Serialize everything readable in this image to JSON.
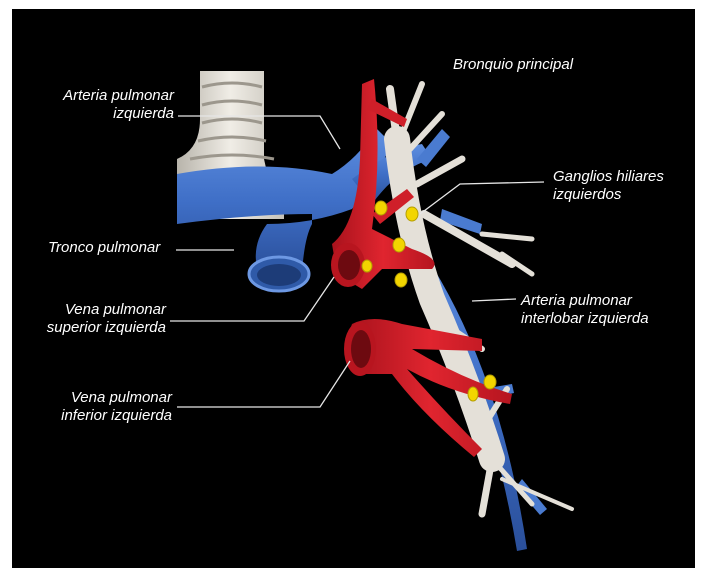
{
  "labels": {
    "arteria_pulmonar_izquierda": [
      "Arteria pulmonar",
      "izquierda"
    ],
    "tronco_pulmonar": [
      "Tronco pulmonar"
    ],
    "vena_superior": [
      "Vena pulmonar",
      "superior izquierda"
    ],
    "vena_inferior": [
      "Vena pulmonar",
      "inferior izquierda"
    ],
    "bronquio": [
      "Bronquio principal"
    ],
    "ganglios": [
      "Ganglios hiliares",
      "izquierdos"
    ],
    "arteria_interlobar": [
      "Arteria pulmonar",
      "interlobar izquierda"
    ]
  },
  "colors": {
    "background": "#000000",
    "artery": "#3f6fc7",
    "vein": "#d3202c",
    "bronchus": "#e4e0d8",
    "lymph_node": "#f2d500",
    "leader_line": "#e6e6e6"
  }
}
